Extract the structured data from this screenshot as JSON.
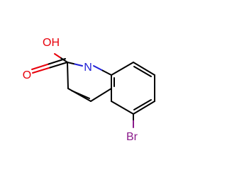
{
  "molecule": {
    "atom_labels": {
      "hydroxyl": "OH",
      "carbonyl_oxygen": "O",
      "ring_nitrogen": "N",
      "bromine": "Br"
    },
    "colors": {
      "bond": "#000000",
      "oxygen": "#e8000b",
      "nitrogen": "#1f1fd6",
      "bromine": "#8a1a8a"
    }
  }
}
